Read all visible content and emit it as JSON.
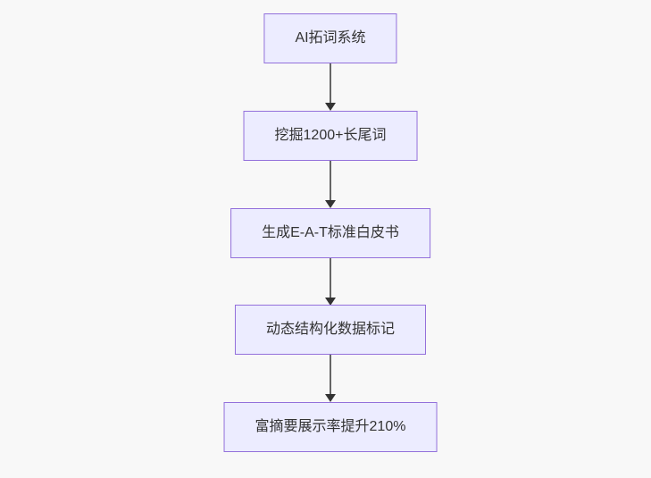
{
  "theme": {
    "canvas_bg": "#f8f8f8",
    "node_fill": "#ececff",
    "node_border": "#9370db",
    "node_text": "#333333",
    "edge_line": "#666666",
    "edge_arrow": "#333333"
  },
  "diagram": {
    "type": "flowchart",
    "direction": "top-down",
    "nodes": [
      {
        "id": "n1",
        "label": "AI拓词系统"
      },
      {
        "id": "n2",
        "label": "挖掘1200+长尾词"
      },
      {
        "id": "n3",
        "label": "生成E-A-T标准白皮书"
      },
      {
        "id": "n4",
        "label": "动态结构化数据标记"
      },
      {
        "id": "n5",
        "label": "富摘要展示率提升210%"
      }
    ],
    "edges": [
      {
        "from": "n1",
        "to": "n2"
      },
      {
        "from": "n2",
        "to": "n3"
      },
      {
        "from": "n3",
        "to": "n4"
      },
      {
        "from": "n4",
        "to": "n5"
      }
    ]
  }
}
